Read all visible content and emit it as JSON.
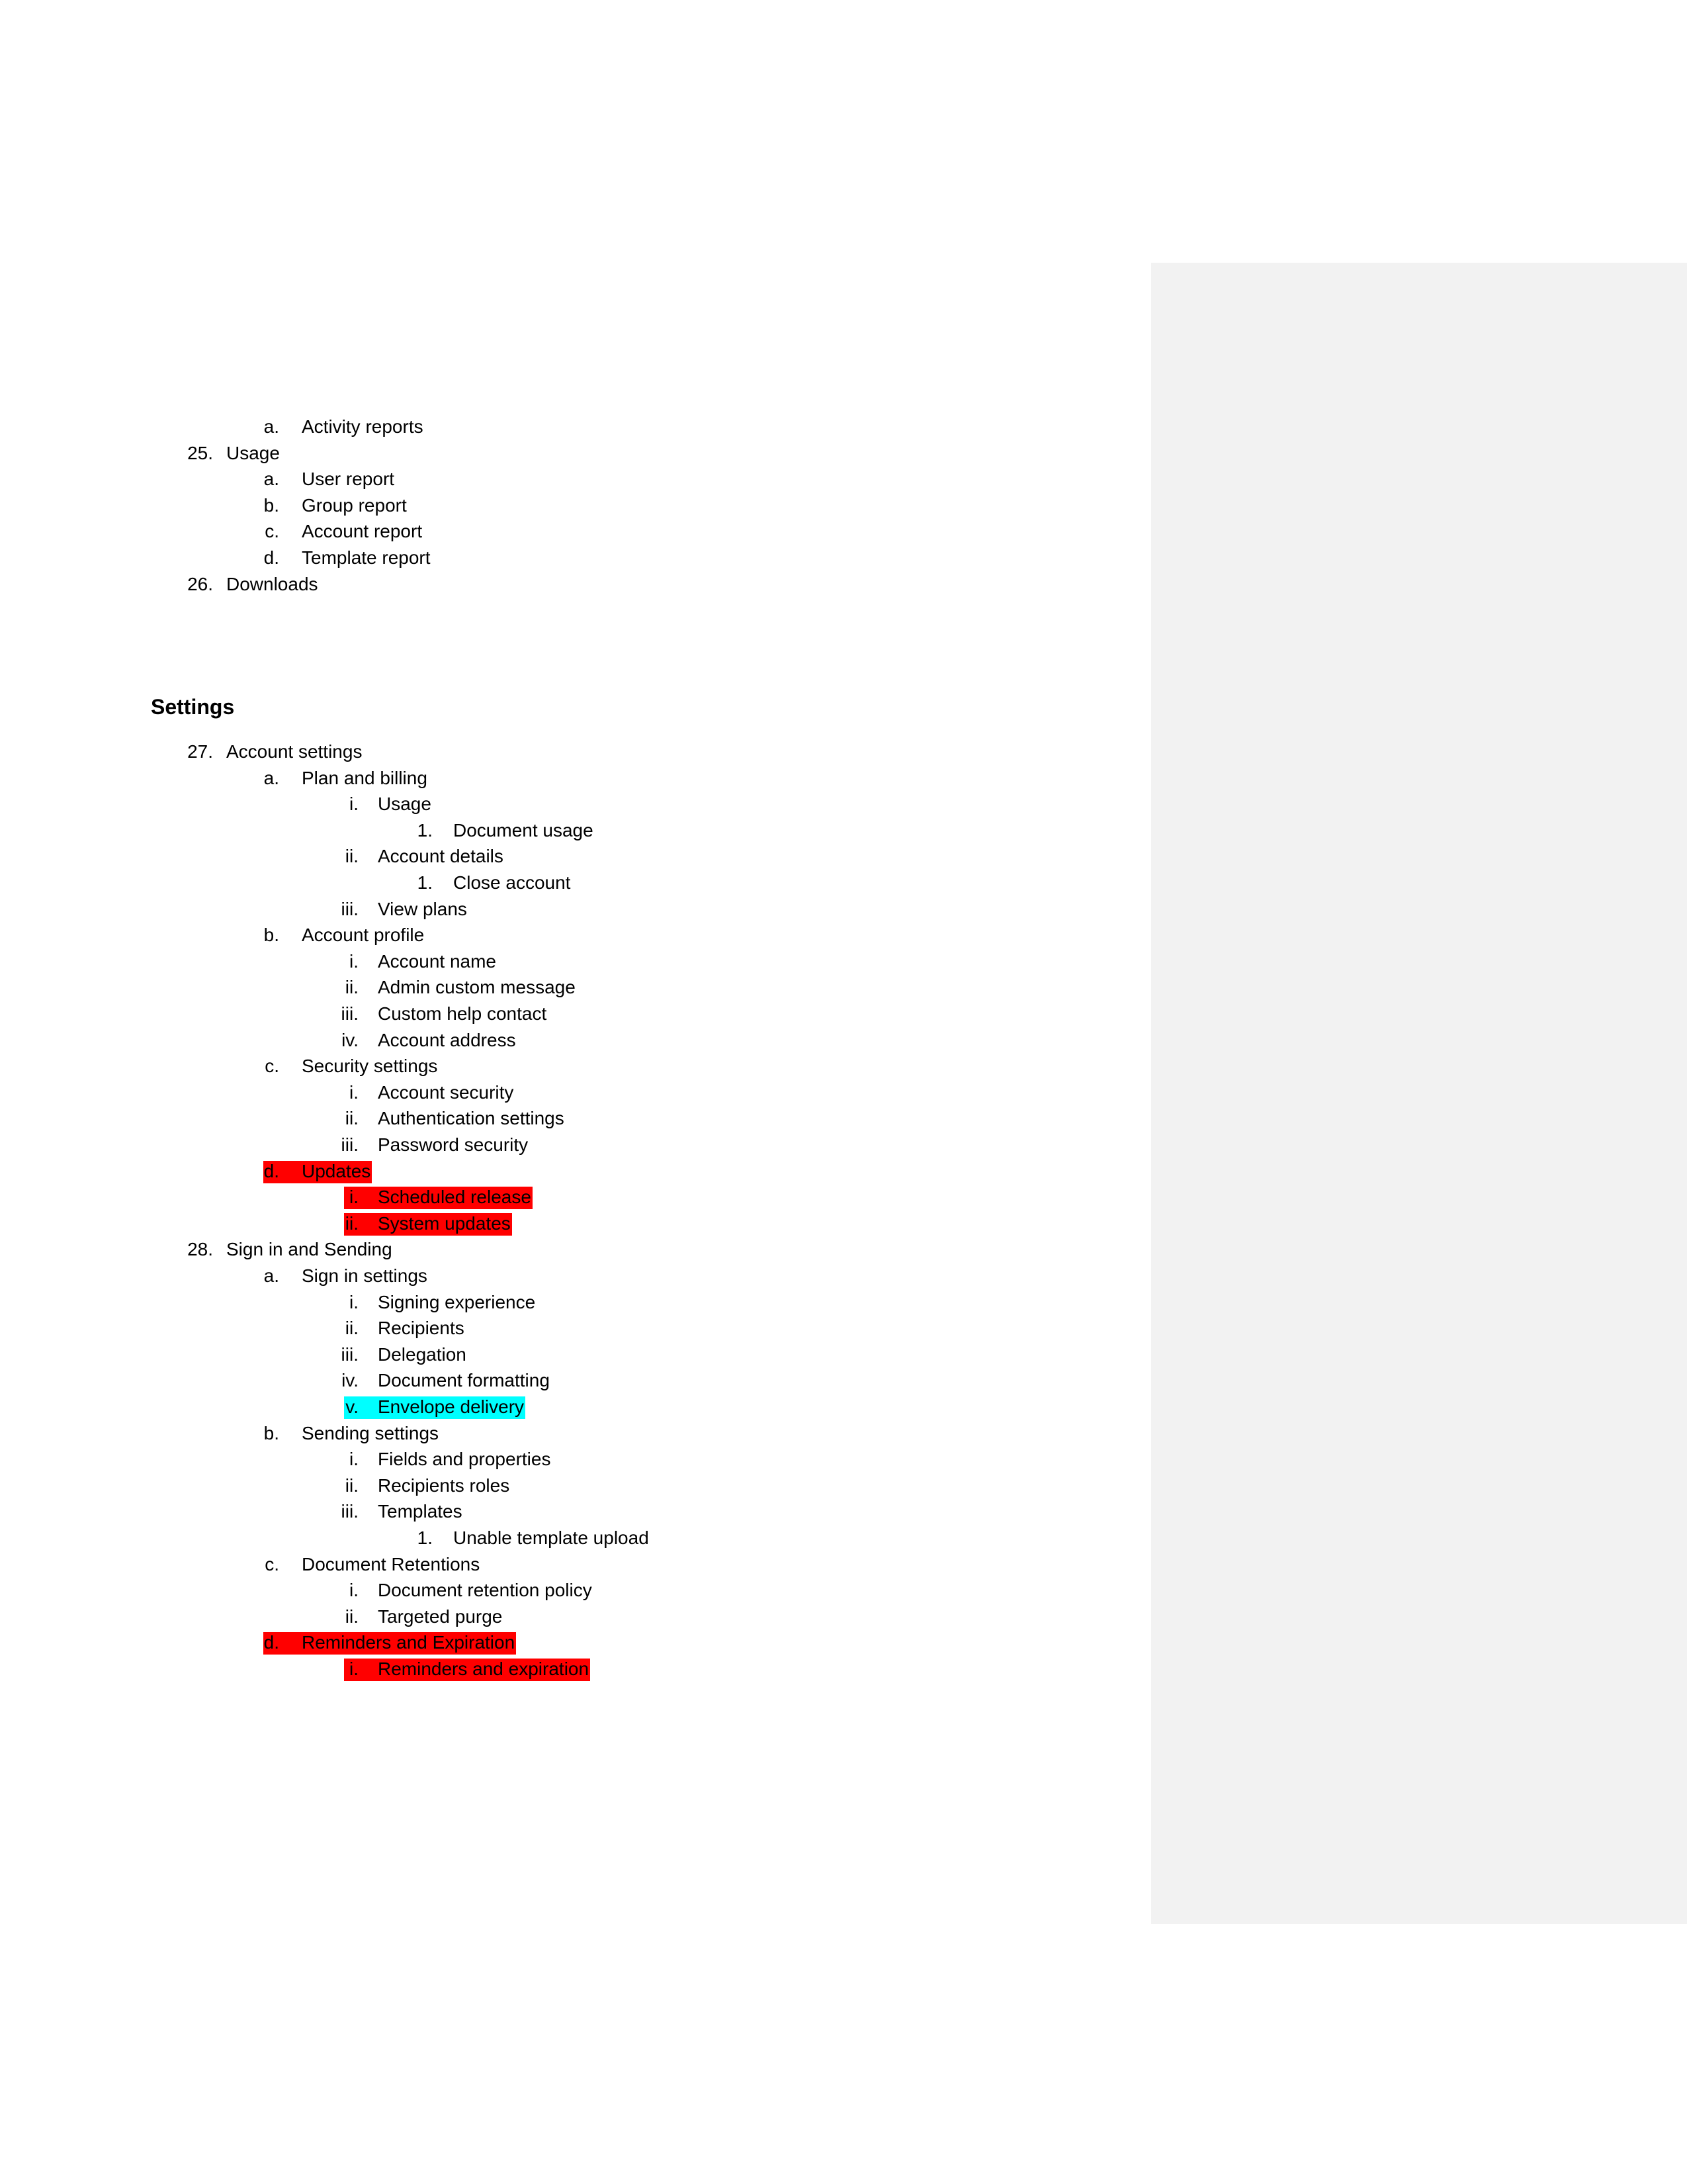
{
  "outline_top": [
    {
      "marker": "a.",
      "text": "Activity reports",
      "level": 2
    },
    {
      "marker": "25.",
      "text": "Usage",
      "level": 1
    },
    {
      "marker": "a.",
      "text": "User report",
      "level": 2
    },
    {
      "marker": "b.",
      "text": "Group report",
      "level": 2
    },
    {
      "marker": "c.",
      "text": "Account report",
      "level": 2
    },
    {
      "marker": "d.",
      "text": "Template report",
      "level": 2
    },
    {
      "marker": "26.",
      "text": "Downloads",
      "level": 1
    }
  ],
  "settings_heading": "Settings",
  "outline_settings": [
    {
      "marker": "27.",
      "text": "Account settings",
      "level": 1
    },
    {
      "marker": "a.",
      "text": "Plan and billing",
      "level": 2
    },
    {
      "marker": "i.",
      "text": "Usage",
      "level": 3
    },
    {
      "marker": "1.",
      "text": "Document usage",
      "level": 4
    },
    {
      "marker": "ii.",
      "text": "Account details",
      "level": 3
    },
    {
      "marker": "1.",
      "text": "Close account",
      "level": 4
    },
    {
      "marker": "iii.",
      "text": "View plans",
      "level": 3
    },
    {
      "marker": "b.",
      "text": "Account profile",
      "level": 2
    },
    {
      "marker": "i.",
      "text": "Account name",
      "level": 3
    },
    {
      "marker": "ii.",
      "text": "Admin custom message",
      "level": 3
    },
    {
      "marker": "iii.",
      "text": "Custom help contact",
      "level": 3
    },
    {
      "marker": "iv.",
      "text": "Account address",
      "level": 3
    },
    {
      "marker": "c.",
      "text": "Security settings",
      "level": 2
    },
    {
      "marker": "i.",
      "text": "Account security",
      "level": 3
    },
    {
      "marker": "ii.",
      "text": "Authentication settings",
      "level": 3
    },
    {
      "marker": "iii.",
      "text": "Password security",
      "level": 3
    },
    {
      "marker": "d.",
      "text": "Updates",
      "level": 2,
      "highlight": "#ff0000"
    },
    {
      "marker": "i.",
      "text": "Scheduled release",
      "level": 3,
      "highlight": "#ff0000"
    },
    {
      "marker": "ii.",
      "text": "System updates",
      "level": 3,
      "highlight": "#ff0000"
    },
    {
      "marker": "28.",
      "text": "Sign in and Sending",
      "level": 1
    },
    {
      "marker": "a.",
      "text": "Sign in settings",
      "level": 2
    },
    {
      "marker": "i.",
      "text": "Signing experience",
      "level": 3
    },
    {
      "marker": "ii.",
      "text": "Recipients",
      "level": 3
    },
    {
      "marker": "iii.",
      "text": "Delegation",
      "level": 3
    },
    {
      "marker": "iv.",
      "text": "Document formatting",
      "level": 3
    },
    {
      "marker": "v.",
      "text": "Envelope delivery",
      "level": 3,
      "highlight": "#00ffff"
    },
    {
      "marker": "b.",
      "text": "Sending settings",
      "level": 2
    },
    {
      "marker": "i.",
      "text": "Fields and properties",
      "level": 3
    },
    {
      "marker": "ii.",
      "text": "Recipients roles",
      "level": 3
    },
    {
      "marker": "iii.",
      "text": "Templates",
      "level": 3
    },
    {
      "marker": "1.",
      "text": "Unable template upload",
      "level": 4
    },
    {
      "marker": "c.",
      "text": "Document Retentions",
      "level": 2
    },
    {
      "marker": "i.",
      "text": "Document retention policy",
      "level": 3
    },
    {
      "marker": "ii.",
      "text": "Targeted purge",
      "level": 3
    },
    {
      "marker": "d.",
      "text": "Reminders and Expiration",
      "level": 2,
      "highlight": "#ff0000"
    },
    {
      "marker": "i.",
      "text": "Reminders and expiration",
      "level": 3,
      "highlight": "#ff0000"
    }
  ]
}
